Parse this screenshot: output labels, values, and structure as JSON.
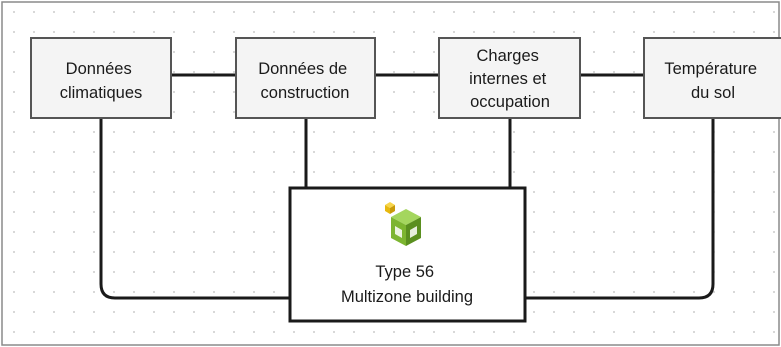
{
  "diagram": {
    "boxes": {
      "climate": [
        "Données",
        "climatiques"
      ],
      "construction": [
        "Données de",
        "construction"
      ],
      "charges": [
        "Charges",
        "internes et",
        "occupation"
      ],
      "soil": [
        "Température",
        "du sol"
      ]
    },
    "central": {
      "icon": "green-yellow-cube-icon",
      "lines": [
        "Type 56",
        "Multizone building"
      ]
    }
  },
  "colors": {
    "box_border": "#555555",
    "box_fill": "#f4f4f4",
    "central_border": "#1a1a1a",
    "connector": "#1a1a1a",
    "grid_dot": "#bdbdbd",
    "icon_green": "#7cb530",
    "icon_yellow": "#f1c21b"
  }
}
